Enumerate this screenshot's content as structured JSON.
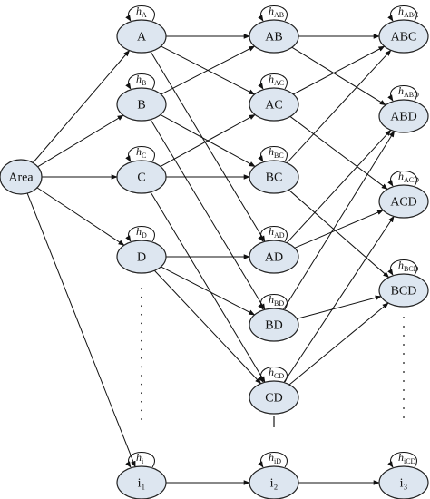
{
  "nodes": [
    {
      "id": "area",
      "label": "Area"
    },
    {
      "id": "A",
      "label": "A",
      "loop": "A"
    },
    {
      "id": "B",
      "label": "B",
      "loop": "B"
    },
    {
      "id": "C",
      "label": "C",
      "loop": "C"
    },
    {
      "id": "D",
      "label": "D",
      "loop": "D"
    },
    {
      "id": "i1",
      "label": "i₁",
      "loop": "i"
    },
    {
      "id": "AB",
      "label": "AB",
      "loop": "AB"
    },
    {
      "id": "AC",
      "label": "AC",
      "loop": "AC"
    },
    {
      "id": "BC",
      "label": "BC",
      "loop": "BC"
    },
    {
      "id": "AD",
      "label": "AD",
      "loop": "AD"
    },
    {
      "id": "BD",
      "label": "BD",
      "loop": "BD"
    },
    {
      "id": "CD",
      "label": "CD",
      "loop": "CD"
    },
    {
      "id": "i2",
      "label": "i₂",
      "loop": "iD"
    },
    {
      "id": "ABC",
      "label": "ABC",
      "loop": "ABC"
    },
    {
      "id": "ABD",
      "label": "ABD",
      "loop": "ABD"
    },
    {
      "id": "ACD",
      "label": "ACD",
      "loop": "ACD"
    },
    {
      "id": "BCD",
      "label": "BCD",
      "loop": "BCD"
    },
    {
      "id": "i3",
      "label": "i₃",
      "loop": "iCD"
    }
  ],
  "loop_symbol": "h",
  "edges": [
    [
      "area",
      "A"
    ],
    [
      "area",
      "B"
    ],
    [
      "area",
      "C"
    ],
    [
      "area",
      "D"
    ],
    [
      "area",
      "i1"
    ],
    [
      "A",
      "AB"
    ],
    [
      "A",
      "AC"
    ],
    [
      "A",
      "AD"
    ],
    [
      "B",
      "AB"
    ],
    [
      "B",
      "BC"
    ],
    [
      "B",
      "BD"
    ],
    [
      "C",
      "AC"
    ],
    [
      "C",
      "BC"
    ],
    [
      "C",
      "CD"
    ],
    [
      "D",
      "AD"
    ],
    [
      "D",
      "BD"
    ],
    [
      "D",
      "CD"
    ],
    [
      "i1",
      "i2"
    ],
    [
      "AB",
      "ABC"
    ],
    [
      "AB",
      "ABD"
    ],
    [
      "AC",
      "ABC"
    ],
    [
      "AC",
      "ACD"
    ],
    [
      "BC",
      "ABC"
    ],
    [
      "BC",
      "BCD"
    ],
    [
      "AD",
      "ABD"
    ],
    [
      "AD",
      "ACD"
    ],
    [
      "BD",
      "ABD"
    ],
    [
      "BD",
      "BCD"
    ],
    [
      "CD",
      "ACD"
    ],
    [
      "CD",
      "BCD"
    ],
    [
      "i2",
      "i3"
    ]
  ]
}
